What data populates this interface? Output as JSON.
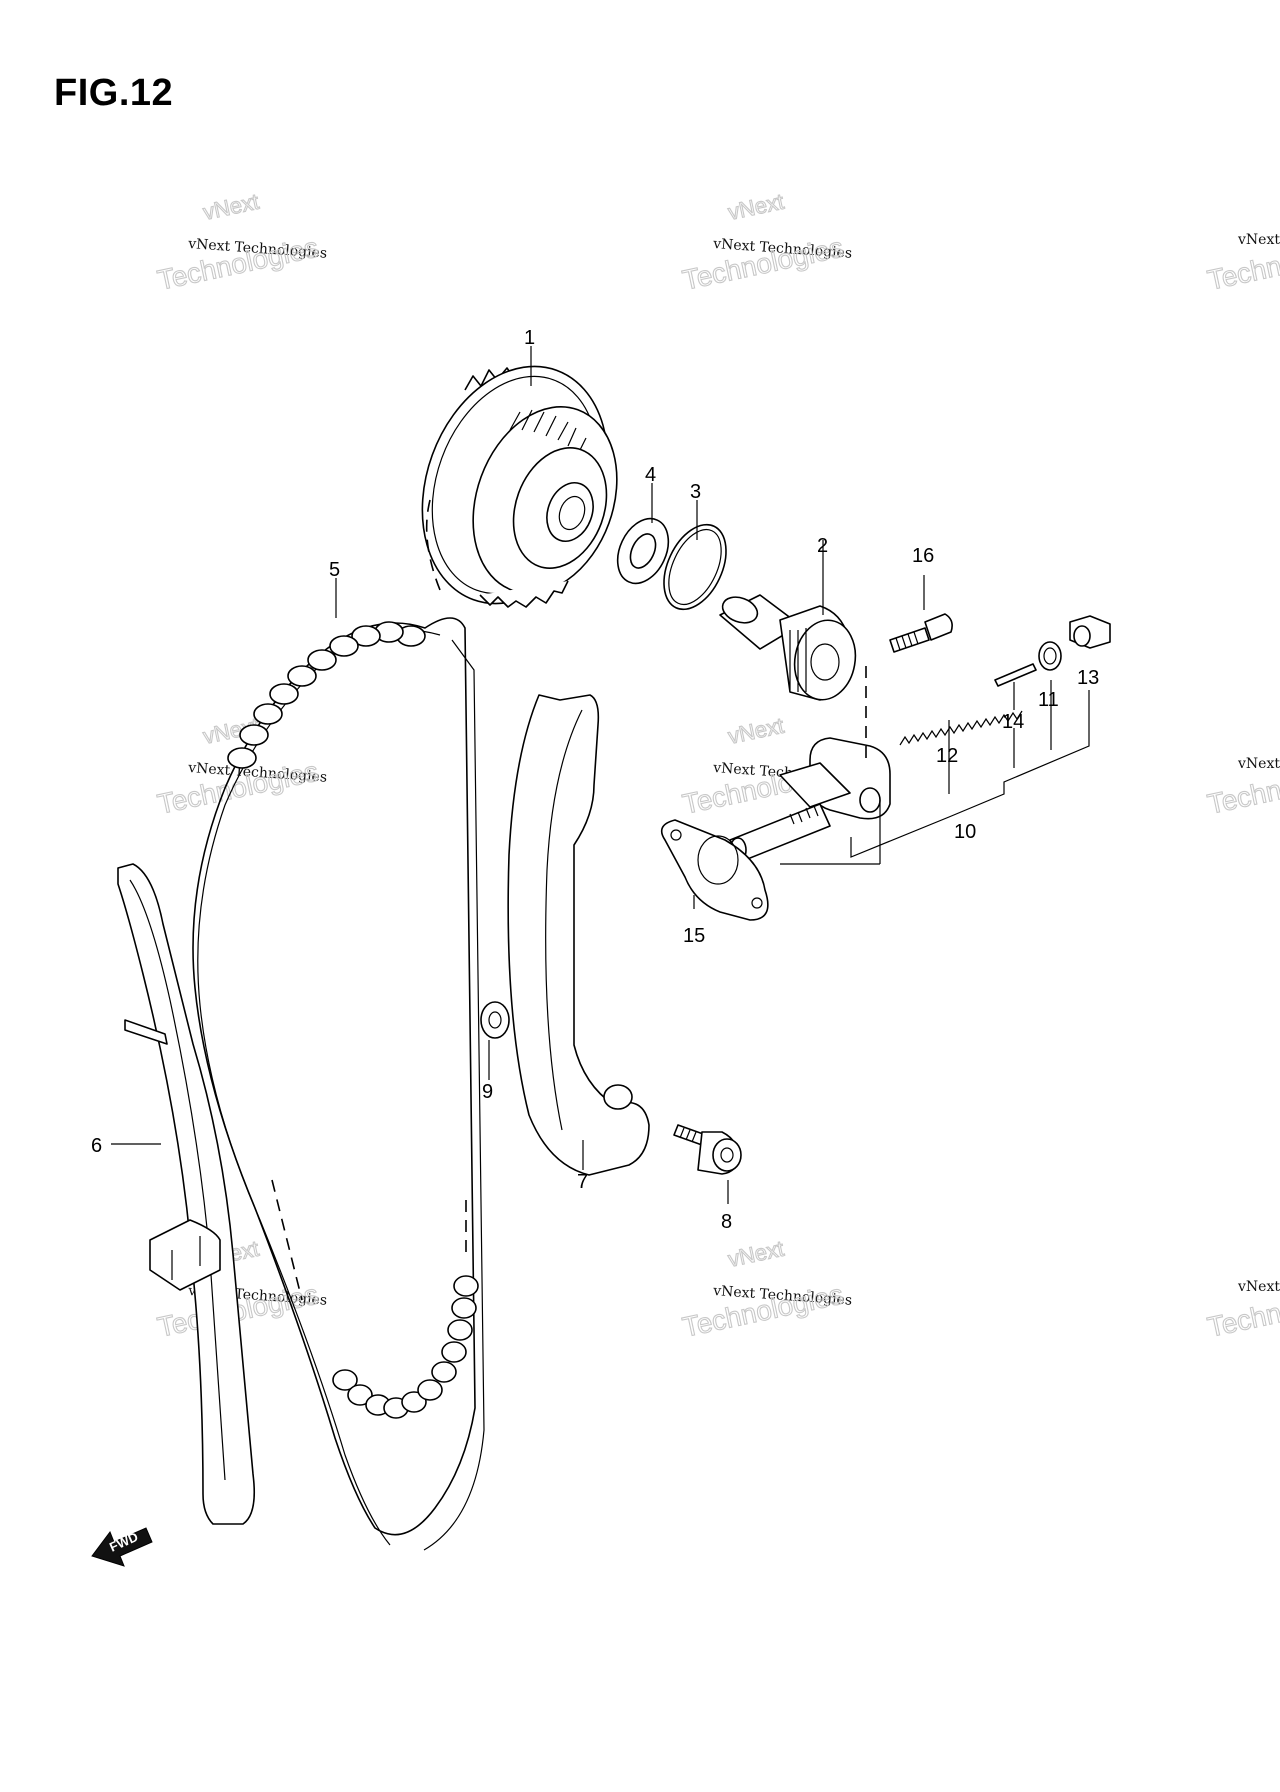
{
  "figure": {
    "title": "FIG.12"
  },
  "watermark": {
    "line1": "vNext Technologies",
    "line2": "Technologies",
    "line3": "vNext"
  },
  "callouts": [
    "1",
    "2",
    "3",
    "4",
    "5",
    "6",
    "7",
    "8",
    "9",
    "10",
    "11",
    "12",
    "13",
    "14",
    "15",
    "16"
  ],
  "fwd_label": "FWD"
}
